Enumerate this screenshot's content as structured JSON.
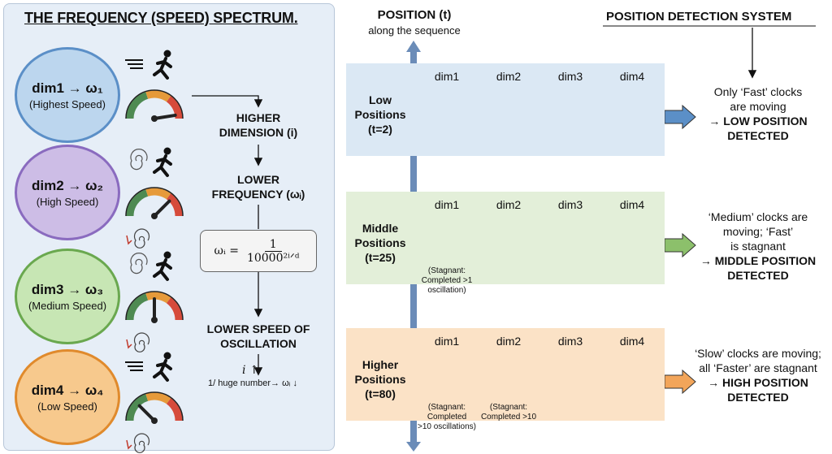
{
  "left": {
    "title": "THE FREQUENCY (SPEED) SPECTRUM.",
    "dims": [
      {
        "name": "dim1 → ω₁",
        "speed": "(Highest Speed)",
        "color": "#bcd6ee",
        "border": "#5b8fc7",
        "icon": "running-person-icon",
        "level": 0.95
      },
      {
        "name": "dim2 → ω₂",
        "speed": "(High Speed)",
        "color": "#cdbde6",
        "border": "#8a6bbf",
        "icon": "running-person-icon",
        "level": 0.75
      },
      {
        "name": "dim3 → ω₃",
        "speed": "(Medium Speed)",
        "color": "#c7e6b4",
        "border": "#6aa84f",
        "icon": "running-person-icon",
        "level": 0.5
      },
      {
        "name": "dim4 → ω₄",
        "speed": "(Low Speed)",
        "color": "#f7c98d",
        "border": "#e08a2c",
        "icon": "running-person-icon",
        "level": 0.25
      }
    ],
    "flow": {
      "higher_dim": "HIGHER\nDIMENSION (i)",
      "lower_freq": "LOWER\nFREQUENCY (ωᵢ)",
      "formula_lhs": "ωᵢ =",
      "formula_num": "1",
      "formula_den": "10000²ⁱᐟᵈ",
      "lower_speed": "LOWER SPEED OF\nOSCILLATION",
      "i_up": "i ↑",
      "bottom_note": "1/ huge number→ ωᵢ ↓"
    }
  },
  "right": {
    "position_title": "POSITION (t)",
    "position_sub": "along the sequence",
    "system_title": "POSITION DETECTION SYSTEM",
    "dim_labels": [
      "dim1",
      "dim2",
      "dim3",
      "dim4"
    ],
    "rows": [
      {
        "label": "Low\nPositions\n(t=2)",
        "band": "#dbe8f4",
        "arrow": "#5b8fc7",
        "notes": [
          "",
          "",
          "",
          ""
        ],
        "result": "Only ‘Fast’ clocks\nare moving",
        "detected": "→ LOW POSITION\nDETECTED"
      },
      {
        "label": "Middle\nPositions\n(t=25)",
        "band": "#e3efd9",
        "arrow": "#8cc06b",
        "notes": [
          "(Stagnant:\nCompleted >1\noscillation)",
          "",
          "",
          ""
        ],
        "result": "‘Medium’ clocks are\nmoving; ‘Fast’\nis stagnant",
        "detected": "→ MIDDLE POSITION\nDETECTED"
      },
      {
        "label": "Higher\nPositions\n(t=80)",
        "band": "#fbe2c6",
        "arrow": "#f2a55a",
        "notes": [
          "(Stagnant:\nCompleted\n>10 oscillations)",
          "(Stagnant:\nCompleted >10",
          "",
          ""
        ],
        "result": "‘Slow’ clocks are moving;\nall ‘Faster’ are stagnant",
        "detected": "→ HIGH POSITION\nDETECTED"
      }
    ]
  }
}
